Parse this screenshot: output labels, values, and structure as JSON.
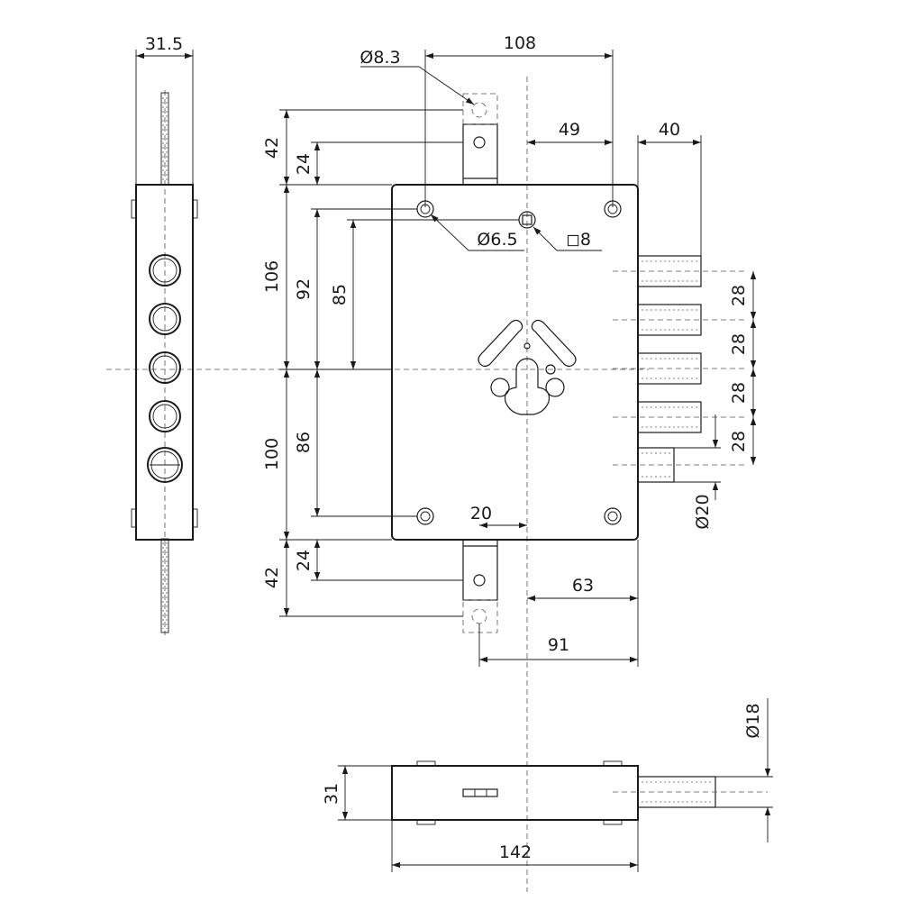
{
  "dimensions": {
    "d_31_5": "31.5",
    "d_108": "108",
    "d_phi8_3": "Ø8.3",
    "d_49": "49",
    "d_40": "40",
    "d_42_top": "42",
    "d_24_top": "24",
    "d_phi6_5": "Ø6.5",
    "d_sq8": "◻8",
    "d_106": "106",
    "d_92": "92",
    "d_85": "85",
    "d_28_a": "28",
    "d_28_b": "28",
    "d_28_c": "28",
    "d_28_d": "28",
    "d_100": "100",
    "d_86": "86",
    "d_phi20": "Ø20",
    "d_20": "20",
    "d_24_bot": "24",
    "d_42_bot": "42",
    "d_63": "63",
    "d_91": "91",
    "d_phi18": "Ø18",
    "d_31": "31",
    "d_142": "142"
  }
}
